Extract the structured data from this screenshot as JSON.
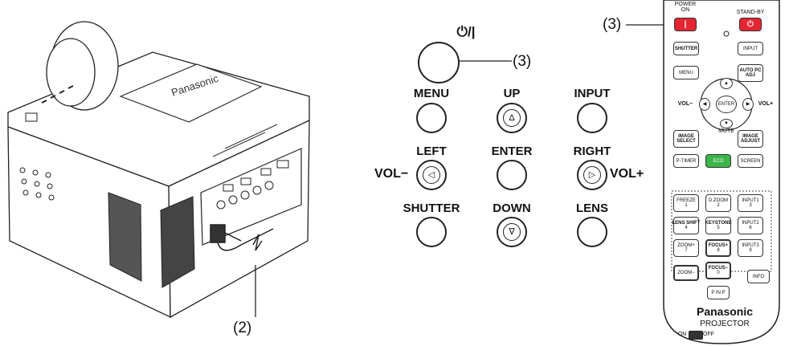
{
  "callouts": {
    "power_button": "(3)",
    "remote_power": "(3)",
    "power_cord": "(2)"
  },
  "panel": {
    "power_symbol": "⏻/|",
    "buttons": [
      {
        "id": "menu",
        "label": "MENU",
        "symbol": ""
      },
      {
        "id": "up",
        "label": "UP",
        "symbol": "Δ"
      },
      {
        "id": "input",
        "label": "INPUT",
        "symbol": ""
      },
      {
        "id": "left",
        "label": "LEFT",
        "symbol": "◁"
      },
      {
        "id": "enter",
        "label": "ENTER",
        "symbol": ""
      },
      {
        "id": "right",
        "label": "RIGHT",
        "symbol": "▷"
      },
      {
        "id": "shutter",
        "label": "SHUTTER",
        "symbol": ""
      },
      {
        "id": "down",
        "label": "DOWN",
        "symbol": "∇"
      },
      {
        "id": "lens",
        "label": "LENS",
        "symbol": ""
      }
    ],
    "vol_minus": "VOL−",
    "vol_plus": "VOL+"
  },
  "remote": {
    "power_on": "POWER ON",
    "power_on_symbol": "|",
    "standby": "STAND-BY",
    "standby_symbol": "⏻",
    "shutter": "SHUTTER",
    "input": "INPUT",
    "menu": "MENU",
    "auto_pc_adj": "AUTO PC ADJ",
    "vol_minus": "VOL−",
    "vol_plus": "VOL+",
    "enter": "ENTER",
    "mute": "MUTE",
    "image_select": "IMAGE SELECT",
    "image_adjust": "IMAGE ADJUST",
    "p_timer": "P-TIMER",
    "eco": "ECO",
    "screen": "SCREEN",
    "freeze": "FREEZE",
    "freeze_num": "1",
    "dzoom": "D.ZOOM",
    "dzoom_num": "2",
    "input1": "INPUT1",
    "input1_num": "3",
    "lens_shift": "LENS SHIFT",
    "lens_shift_num": "4",
    "keystone": "KEYSTONE",
    "keystone_num": "5",
    "input2": "INPUT2",
    "input2_num": "6",
    "zoom_plus": "ZOOM+",
    "zoom_plus_num": "7",
    "focus_plus": "FOCUS+",
    "focus_plus_num": "8",
    "input3": "INPUT3",
    "input3_num": "9",
    "zoom_minus": "ZOOM−",
    "focus_minus": "FOCUS−",
    "focus_minus_num": "0",
    "info": "INFO",
    "p_in_p": "P IN P",
    "brand": "Panasonic",
    "model": "PROJECTOR",
    "switch_on": "ON",
    "switch_off": "OFF"
  },
  "colors": {
    "power_red": "#e52532",
    "eco_green": "#3cb54a"
  }
}
